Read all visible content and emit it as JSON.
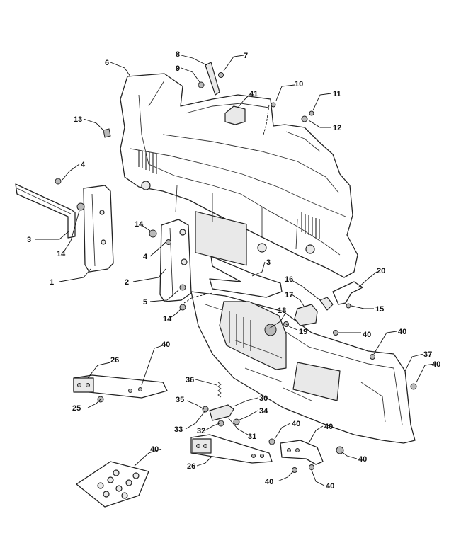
{
  "callouts": [
    {
      "id": "c1",
      "label": "1"
    },
    {
      "id": "c2",
      "label": "2"
    },
    {
      "id": "c3a",
      "label": "3"
    },
    {
      "id": "c3b",
      "label": "3"
    },
    {
      "id": "c4a",
      "label": "4"
    },
    {
      "id": "c4b",
      "label": "4"
    },
    {
      "id": "c5",
      "label": "5"
    },
    {
      "id": "c6",
      "label": "6"
    },
    {
      "id": "c7",
      "label": "7"
    },
    {
      "id": "c8",
      "label": "8"
    },
    {
      "id": "c9",
      "label": "9"
    },
    {
      "id": "c10",
      "label": "10"
    },
    {
      "id": "c11",
      "label": "11"
    },
    {
      "id": "c12",
      "label": "12"
    },
    {
      "id": "c13",
      "label": "13"
    },
    {
      "id": "c14a",
      "label": "14"
    },
    {
      "id": "c14b",
      "label": "14"
    },
    {
      "id": "c14c",
      "label": "14"
    },
    {
      "id": "c15",
      "label": "15"
    },
    {
      "id": "c16",
      "label": "16"
    },
    {
      "id": "c17",
      "label": "17"
    },
    {
      "id": "c18",
      "label": "18"
    },
    {
      "id": "c19",
      "label": "19"
    },
    {
      "id": "c20",
      "label": "20"
    },
    {
      "id": "c25",
      "label": "25"
    },
    {
      "id": "c26a",
      "label": "26"
    },
    {
      "id": "c26b",
      "label": "26"
    },
    {
      "id": "c30",
      "label": "30"
    },
    {
      "id": "c31",
      "label": "31"
    },
    {
      "id": "c32",
      "label": "32"
    },
    {
      "id": "c33",
      "label": "33"
    },
    {
      "id": "c34",
      "label": "34"
    },
    {
      "id": "c35",
      "label": "35"
    },
    {
      "id": "c36",
      "label": "36"
    },
    {
      "id": "c37",
      "label": "37"
    },
    {
      "id": "c40a",
      "label": "40"
    },
    {
      "id": "c40b",
      "label": "40"
    },
    {
      "id": "c40c",
      "label": "40"
    },
    {
      "id": "c40d",
      "label": "40"
    },
    {
      "id": "c40e",
      "label": "40"
    },
    {
      "id": "c40f",
      "label": "40"
    },
    {
      "id": "c40g",
      "label": "40"
    },
    {
      "id": "c40h",
      "label": "40"
    },
    {
      "id": "c40i",
      "label": "40"
    },
    {
      "id": "c40j",
      "label": "40"
    },
    {
      "id": "c40k",
      "label": "40"
    },
    {
      "id": "c41",
      "label": "41"
    }
  ]
}
